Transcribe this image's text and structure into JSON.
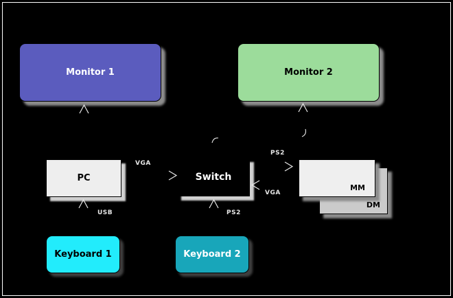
{
  "diagram": {
    "description": "KVM switch connection diagram on black background",
    "background": "#000000",
    "frame_border_color": "#ffffff",
    "arrow_color": "#e8e8e8"
  },
  "nodes": {
    "monitor1": {
      "label": "Monitor 1",
      "fill": "#5b5cbe",
      "text_color": "#ffffff"
    },
    "monitor2": {
      "label": "Monitor 2",
      "fill": "#9cdc9b",
      "text_color": "#000000"
    },
    "pc": {
      "label": "PC",
      "fill": "#eeeeee",
      "text_color": "#000000"
    },
    "switch": {
      "label": "Switch",
      "fill": "#000000",
      "text_color": "#ffffff"
    },
    "mm": {
      "label": "MM",
      "fill": "#efefef",
      "text_color": "#000000"
    },
    "dm": {
      "label": "DM",
      "fill": "#cbcbcb",
      "text_color": "#000000"
    },
    "keyboard1": {
      "label": "Keyboard 1",
      "fill": "#22ecfc",
      "text_color": "#000000"
    },
    "keyboard2": {
      "label": "Keyboard 2",
      "fill": "#18a6ba",
      "text_color": "#ffffff"
    }
  },
  "edge_labels": {
    "pc_switch_vga": "VGA",
    "pc_usb": "USB",
    "switch_ps2_bottom": "PS2",
    "switch_ps2_right": "PS2",
    "switch_vga_right": "VGA"
  },
  "icons": {
    "arrowhead_up": "up-chevron",
    "arrowhead_right": "right-chevron",
    "arrowhead_left": "left-chevron",
    "hook_down": "small curved connector tail",
    "curve_up": "small curved connector tail"
  }
}
